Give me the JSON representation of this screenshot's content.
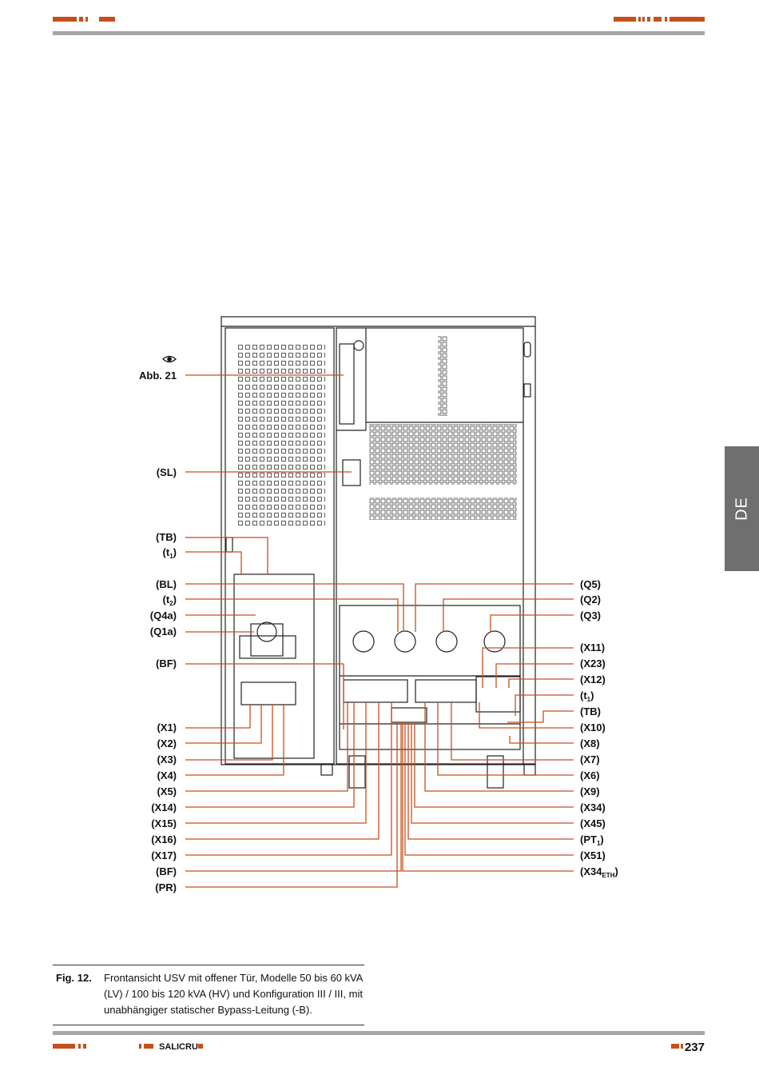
{
  "brand": "SALICRU",
  "page_number": "237",
  "language_tab": "DE",
  "accent_color": "#c6501b",
  "rule_color": "#a6a6a6",
  "icons": {
    "view": "eye-icon"
  },
  "labels_left": [
    {
      "id": "abb21",
      "text": "Abb. 21"
    },
    {
      "id": "sl",
      "text": "(SL)"
    },
    {
      "id": "tb",
      "text": "(TB)"
    },
    {
      "id": "t1",
      "text": "(t",
      "sub": "1",
      "post": ")"
    },
    {
      "id": "bl",
      "text": "(BL)"
    },
    {
      "id": "t2",
      "text": "(t",
      "sub": "2",
      "post": ")"
    },
    {
      "id": "q4a",
      "text": "(Q4a)"
    },
    {
      "id": "q1a",
      "text": "(Q1a)"
    },
    {
      "id": "bf",
      "text": "(BF)"
    },
    {
      "id": "x1",
      "text": "(X1)"
    },
    {
      "id": "x2",
      "text": "(X2)"
    },
    {
      "id": "x3",
      "text": "(X3)"
    },
    {
      "id": "x4",
      "text": "(X4)"
    },
    {
      "id": "x5",
      "text": "(X5)"
    },
    {
      "id": "x14",
      "text": "(X14)"
    },
    {
      "id": "x15",
      "text": "(X15)"
    },
    {
      "id": "x16",
      "text": "(X16)"
    },
    {
      "id": "x17",
      "text": "(X17)"
    },
    {
      "id": "bf2",
      "text": "(BF)"
    },
    {
      "id": "pr",
      "text": "(PR)"
    }
  ],
  "labels_right": [
    {
      "id": "q5",
      "text": "(Q5)"
    },
    {
      "id": "q2",
      "text": "(Q2)"
    },
    {
      "id": "q3",
      "text": "(Q3)"
    },
    {
      "id": "x11",
      "text": "(X11)"
    },
    {
      "id": "x23",
      "text": "(X23)"
    },
    {
      "id": "x12",
      "text": "(X12)"
    },
    {
      "id": "t1r",
      "text": "(t",
      "sub": "1",
      "post": ")"
    },
    {
      "id": "tbr",
      "text": "(TB)"
    },
    {
      "id": "x10",
      "text": "(X10)"
    },
    {
      "id": "x8",
      "text": "(X8)"
    },
    {
      "id": "x7",
      "text": "(X7)"
    },
    {
      "id": "x6",
      "text": "(X6)"
    },
    {
      "id": "x9",
      "text": "(X9)"
    },
    {
      "id": "x34",
      "text": "(X34)"
    },
    {
      "id": "x45",
      "text": "(X45)"
    },
    {
      "id": "pt1",
      "text": "(PT",
      "sub": "1",
      "post": ")"
    },
    {
      "id": "x51",
      "text": "(X51)"
    },
    {
      "id": "x34eth",
      "text": "(X34",
      "sub": "ETH",
      "post": ")"
    }
  ],
  "caption": {
    "number": "Fig. 12.",
    "text": "Frontansicht USV mit offener Tür, Modelle 50 bis 60 kVA (LV) / 100 bis 120 kVA (HV) und Konfiguration III / III, mit unabhängiger statischer Bypass-Leitung (-B)."
  }
}
